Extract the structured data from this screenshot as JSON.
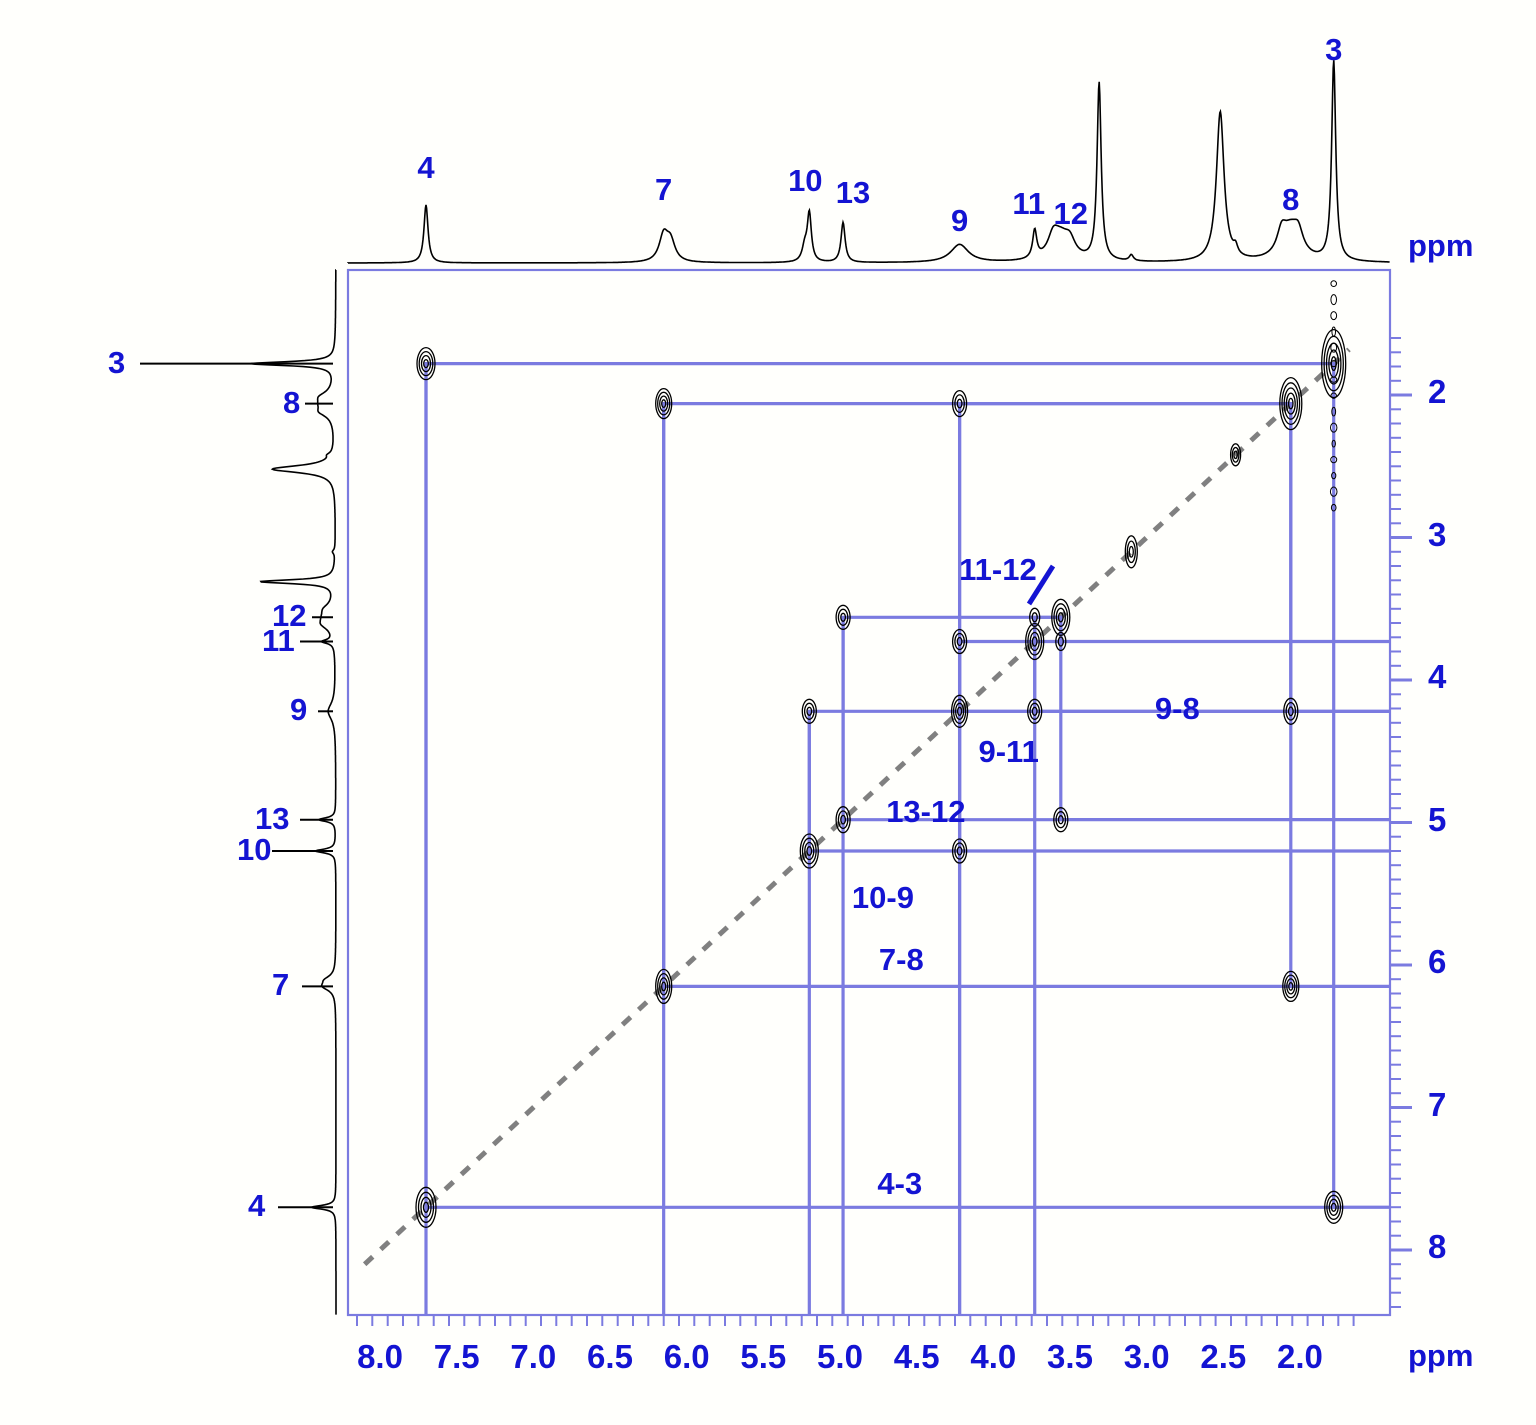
{
  "figure": {
    "type": "2d-cosy-nmr-spectrum",
    "axis_unit_label": "ppm",
    "colors": {
      "annotation": "#1414d2",
      "correlation_line": "#7b7be0",
      "diagonal": "#808080",
      "trace": "#000000",
      "background": "#fffffc"
    }
  },
  "axes": {
    "x": {
      "label": "ppm",
      "ticks": [
        "8.0",
        "7.5",
        "7.0",
        "6.5",
        "6.0",
        "5.5",
        "5.0",
        "4.5",
        "4.0",
        "3.5",
        "3.0",
        "2.5",
        "2.0"
      ],
      "range": [
        8.25,
        1.65
      ],
      "direction": "reversed"
    },
    "y": {
      "label": "ppm",
      "ticks": [
        "2",
        "3",
        "4",
        "5",
        "6",
        "7",
        "8"
      ],
      "range": [
        1.58,
        8.45
      ],
      "direction": "increasing-downward"
    }
  },
  "top_projection": {
    "peak_labels": [
      {
        "text": "4",
        "ppm": 7.7
      },
      {
        "text": "7",
        "ppm": 6.15
      },
      {
        "text": "10",
        "ppm": 5.2
      },
      {
        "text": "13",
        "ppm": 4.98
      },
      {
        "text": "9",
        "ppm": 4.22
      },
      {
        "text": "11",
        "ppm": 3.73
      },
      {
        "text": "12",
        "ppm": 3.56
      },
      {
        "text": "8",
        "ppm": 2.06
      },
      {
        "text": "3",
        "ppm": 1.78
      }
    ]
  },
  "left_projection": {
    "peak_labels": [
      {
        "text": "3",
        "ppm": 1.78
      },
      {
        "text": "8",
        "ppm": 2.06
      },
      {
        "text": "12",
        "ppm": 3.56
      },
      {
        "text": "11",
        "ppm": 3.73
      },
      {
        "text": "9",
        "ppm": 4.22
      },
      {
        "text": "13",
        "ppm": 4.98
      },
      {
        "text": "10",
        "ppm": 5.2
      },
      {
        "text": "7",
        "ppm": 6.15
      },
      {
        "text": "4",
        "ppm": 7.7
      }
    ]
  },
  "correlation_annotations": [
    {
      "text": "11-12",
      "x_ppm": 3.97,
      "y_ppm": 3.1,
      "leader": true
    },
    {
      "text": "9-8",
      "x_ppm": 2.8,
      "y_ppm": 4.08,
      "leader": false
    },
    {
      "text": "9-11",
      "x_ppm": 3.9,
      "y_ppm": 4.38,
      "leader": false
    },
    {
      "text": "13-12",
      "x_ppm": 4.44,
      "y_ppm": 4.8,
      "leader": false
    },
    {
      "text": "10-9",
      "x_ppm": 4.72,
      "y_ppm": 5.4,
      "leader": false
    },
    {
      "text": "7-8",
      "x_ppm": 4.6,
      "y_ppm": 5.84,
      "leader": false
    },
    {
      "text": "4-3",
      "x_ppm": 4.61,
      "y_ppm": 7.41,
      "leader": false
    }
  ],
  "chart_data": {
    "type": "scatter",
    "title": "",
    "xlabel": "ppm",
    "ylabel": "ppm",
    "xlim": [
      8.25,
      1.65
    ],
    "ylim": [
      1.58,
      8.45
    ],
    "grid": false,
    "legend": null,
    "proton_assignments": [
      {
        "id": "3",
        "ppm": 1.78
      },
      {
        "id": "8",
        "ppm": 2.06
      },
      {
        "id": "12",
        "ppm": 3.56
      },
      {
        "id": "11",
        "ppm": 3.73
      },
      {
        "id": "9",
        "ppm": 4.22
      },
      {
        "id": "13",
        "ppm": 4.98
      },
      {
        "id": "10",
        "ppm": 5.2
      },
      {
        "id": "7",
        "ppm": 6.15
      },
      {
        "id": "4",
        "ppm": 7.7
      }
    ],
    "diagonal_peaks": [
      {
        "label": "3",
        "x": 1.78,
        "y": 1.78
      },
      {
        "label": "8",
        "x": 2.06,
        "y": 2.06
      },
      {
        "label": "unassigned-2.4",
        "x": 2.42,
        "y": 2.42
      },
      {
        "label": "unassigned-3.1",
        "x": 3.1,
        "y": 3.1
      },
      {
        "label": "12",
        "x": 3.56,
        "y": 3.56
      },
      {
        "label": "11",
        "x": 3.73,
        "y": 3.73
      },
      {
        "label": "9",
        "x": 4.22,
        "y": 4.22
      },
      {
        "label": "13",
        "x": 4.98,
        "y": 4.98
      },
      {
        "label": "10",
        "x": 5.2,
        "y": 5.2
      },
      {
        "label": "7",
        "x": 6.15,
        "y": 6.15
      },
      {
        "label": "4",
        "x": 7.7,
        "y": 7.7
      }
    ],
    "cross_peaks": [
      {
        "pair": "4-3",
        "x": 7.7,
        "y": 1.78
      },
      {
        "pair": "3-4",
        "x": 1.78,
        "y": 7.7
      },
      {
        "pair": "7-8",
        "x": 6.15,
        "y": 2.06
      },
      {
        "pair": "8-7",
        "x": 2.06,
        "y": 6.15
      },
      {
        "pair": "9-8",
        "x": 4.22,
        "y": 2.06
      },
      {
        "pair": "8-9",
        "x": 2.06,
        "y": 4.22
      },
      {
        "pair": "10-9",
        "x": 5.2,
        "y": 4.22
      },
      {
        "pair": "9-10",
        "x": 4.22,
        "y": 5.2
      },
      {
        "pair": "13-12",
        "x": 4.98,
        "y": 3.56
      },
      {
        "pair": "12-13",
        "x": 3.56,
        "y": 4.98
      },
      {
        "pair": "9-11",
        "x": 4.22,
        "y": 3.73
      },
      {
        "pair": "11-9",
        "x": 3.73,
        "y": 4.22
      },
      {
        "pair": "11-12",
        "x": 3.73,
        "y": 3.56
      },
      {
        "pair": "12-11",
        "x": 3.56,
        "y": 3.73
      }
    ],
    "correlation_boxes": [
      {
        "pair": "4-3",
        "a": 7.7,
        "b": 1.78
      },
      {
        "pair": "7-8",
        "a": 6.15,
        "b": 2.06
      },
      {
        "pair": "9-8",
        "a": 4.22,
        "b": 2.06
      },
      {
        "pair": "10-9",
        "a": 5.2,
        "b": 4.22
      },
      {
        "pair": "13-12",
        "a": 4.98,
        "b": 3.56
      },
      {
        "pair": "9-11",
        "a": 4.22,
        "b": 3.73
      },
      {
        "pair": "11-12",
        "a": 3.73,
        "b": 3.56
      }
    ]
  }
}
